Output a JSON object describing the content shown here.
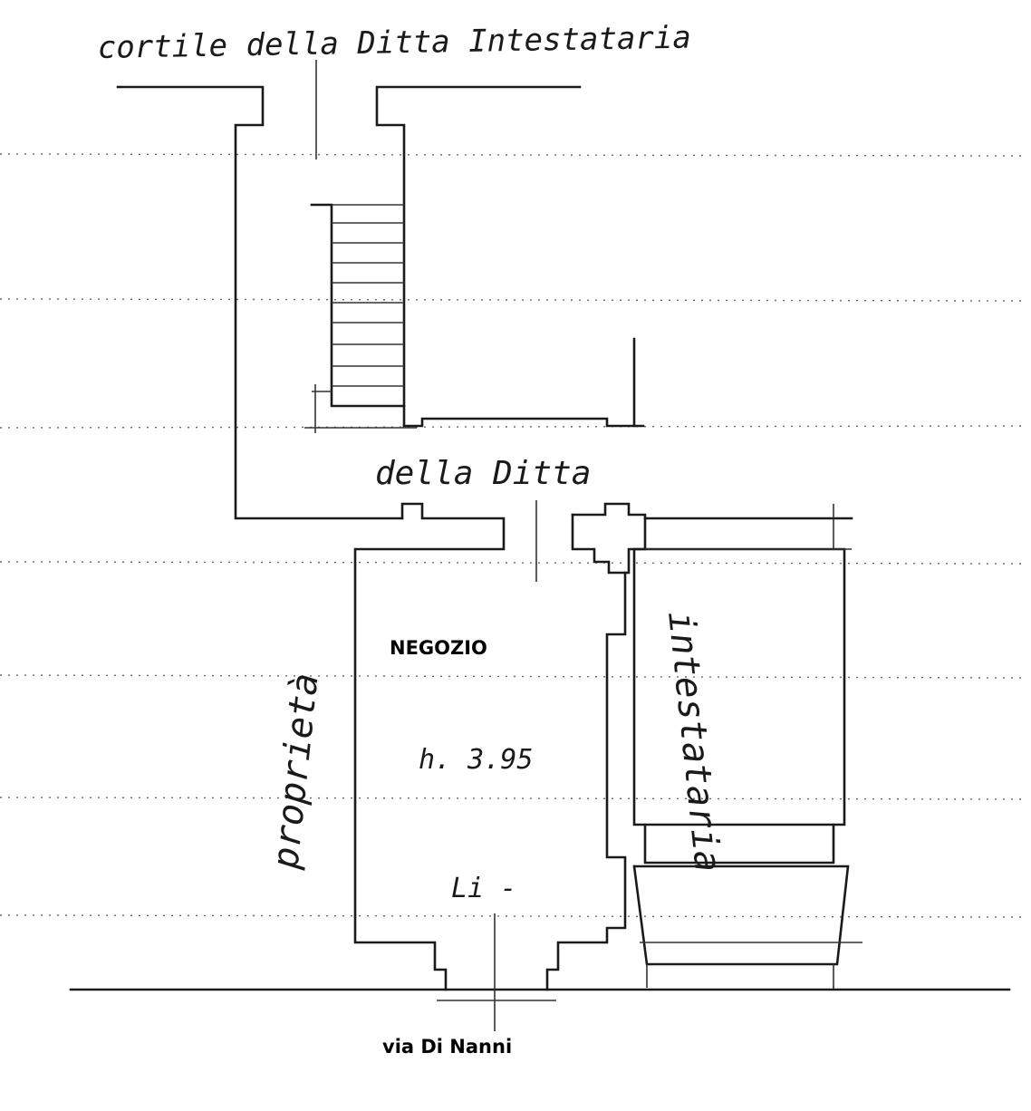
{
  "labels": {
    "courtyard": "cortile della Ditta Intestataria",
    "della_ditta": "della  Ditta",
    "proprieta": "proprietà",
    "intestataria": "intestataria",
    "room_name": "NEGOZIO",
    "height": "h. 3.95",
    "street": "via Di Nanni"
  },
  "colors": {
    "ink": "#1a1a1a",
    "paper": "#ffffff"
  }
}
